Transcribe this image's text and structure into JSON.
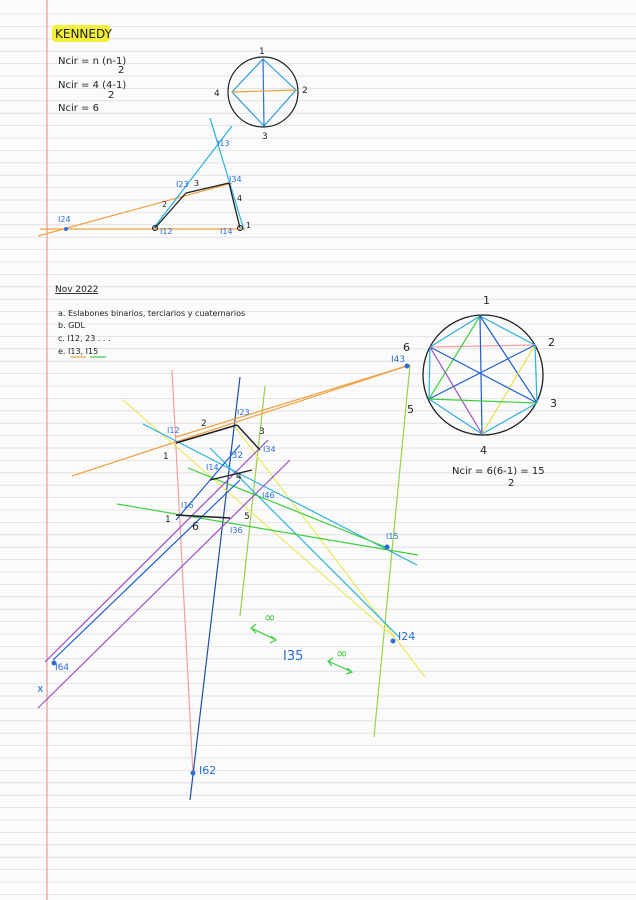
{
  "header": {
    "title": "KENNEDY",
    "formula_lines": [
      "Ncir = n (n-1)",
      "2",
      "Ncir = 4 (4-1)",
      "2",
      "Ncir = 6"
    ]
  },
  "top_diagram": {
    "circle_nodes": [
      "1",
      "2",
      "3",
      "4"
    ],
    "link_numbers": [
      "1",
      "2",
      "3",
      "4"
    ],
    "centers": [
      "I13",
      "I23",
      "I34",
      "I24",
      "I12",
      "I14"
    ]
  },
  "section": {
    "title": "Nov 2022",
    "items": [
      "a. Eslabones binarios, terciarios y cuaternarios",
      "b. GDL",
      "c. I12, 23 . . .",
      "e. I13, I15"
    ]
  },
  "bottom_diagram": {
    "circle_nodes": [
      "1",
      "2",
      "3",
      "4",
      "5",
      "6"
    ],
    "formula": "Ncir = 6(6-1) = 15",
    "formula_den": "2",
    "link_numbers": [
      "1",
      "2",
      "3",
      "4",
      "5",
      "6",
      "1"
    ],
    "centers": [
      "I43",
      "I12",
      "I23",
      "I32",
      "I34",
      "I14",
      "I46",
      "I16",
      "I36",
      "I15",
      "I24",
      "I64",
      "I62",
      "I35"
    ],
    "infinity": "∞",
    "x_mark": "x"
  },
  "colors": {
    "margin_line": "#e89a9a",
    "rule_line": "#dcdce4",
    "ink": "#1f1f1f",
    "blue_ink": "#2a6fd6",
    "highlight": "#f2ee3a"
  }
}
